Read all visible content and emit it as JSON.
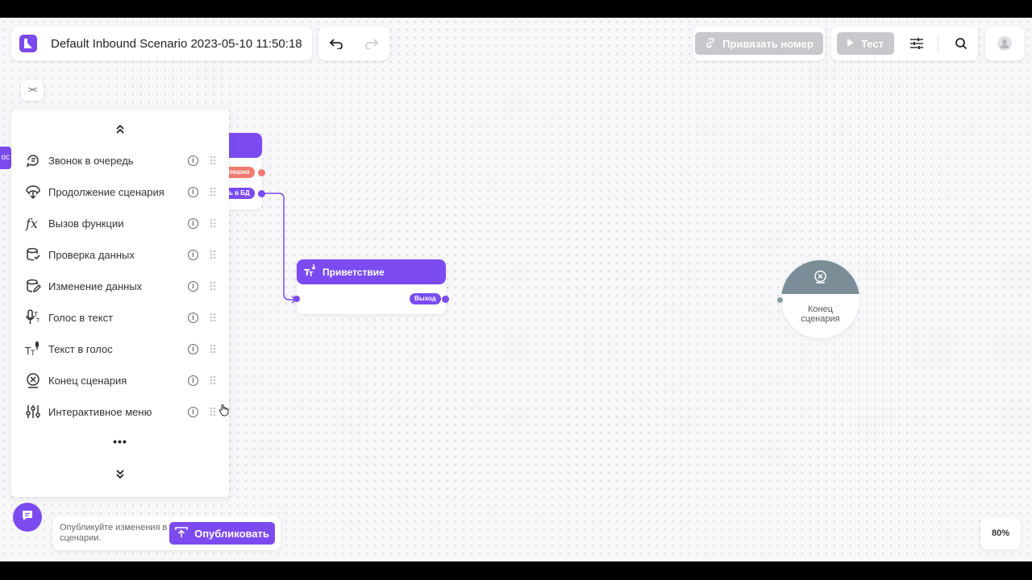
{
  "header": {
    "title": "Default Inbound Scenario 2023-05-10 11:50:18",
    "bind_number_label": "Привязать номер",
    "test_label": "Тест"
  },
  "sidebar": {
    "collapse_label": "><",
    "items": [
      {
        "label": "Звонок в очередь",
        "icon": "queue-call-icon"
      },
      {
        "label": "Продолжение сценария",
        "icon": "scenario-continue-icon"
      },
      {
        "label": "Вызов функции",
        "icon": "function-icon"
      },
      {
        "label": "Проверка данных",
        "icon": "data-check-icon"
      },
      {
        "label": "Изменение данных",
        "icon": "data-edit-icon"
      },
      {
        "label": "Голос в текст",
        "icon": "speech-to-text-icon"
      },
      {
        "label": "Текст в голос",
        "icon": "text-to-speech-icon"
      },
      {
        "label": "Конец сценария",
        "icon": "end-scenario-icon"
      },
      {
        "label": "Интерактивное меню",
        "icon": "interactive-menu-icon"
      }
    ],
    "more_label": "•••"
  },
  "canvas": {
    "left_sliver_text": "ос",
    "behind_node": {
      "fail_pill": "пешно",
      "save_pill": "ь в БД"
    },
    "greeting_node": {
      "title": "Приветствие",
      "output_pill": "Выход"
    },
    "end_node": {
      "label_line1": "Конец",
      "label_line2": "сценария"
    }
  },
  "footer": {
    "publish_hint": "Опубликуйте изменения в сценарии.",
    "publish_label": "Опубликовать",
    "zoom": "80%"
  },
  "colors": {
    "accent": "#7b4bf0",
    "error": "#f07a6e",
    "end_node": "#7b8d96"
  }
}
